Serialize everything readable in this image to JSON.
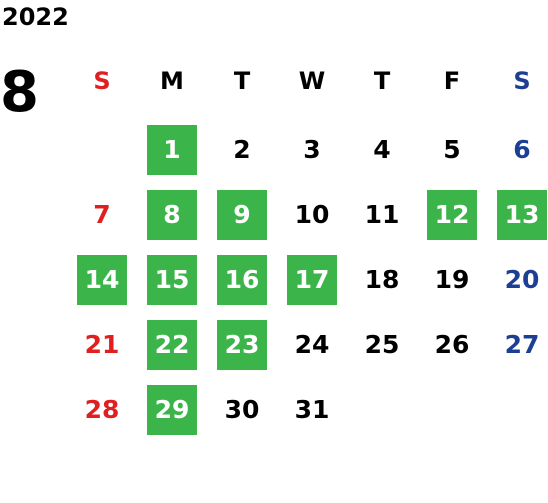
{
  "year": "2022",
  "month": "8",
  "colors": {
    "highlight": "#3bb54a",
    "sunday": "#e02020",
    "saturday": "#1c3f94",
    "weekday": "#000000",
    "highlight_text": "#ffffff"
  },
  "weekdays": [
    "S",
    "M",
    "T",
    "W",
    "T",
    "F",
    "S"
  ],
  "first_weekday_index": 1,
  "days_in_month": 31,
  "highlighted_days": [
    1,
    8,
    9,
    12,
    13,
    14,
    15,
    16,
    17,
    22,
    23,
    29
  ]
}
